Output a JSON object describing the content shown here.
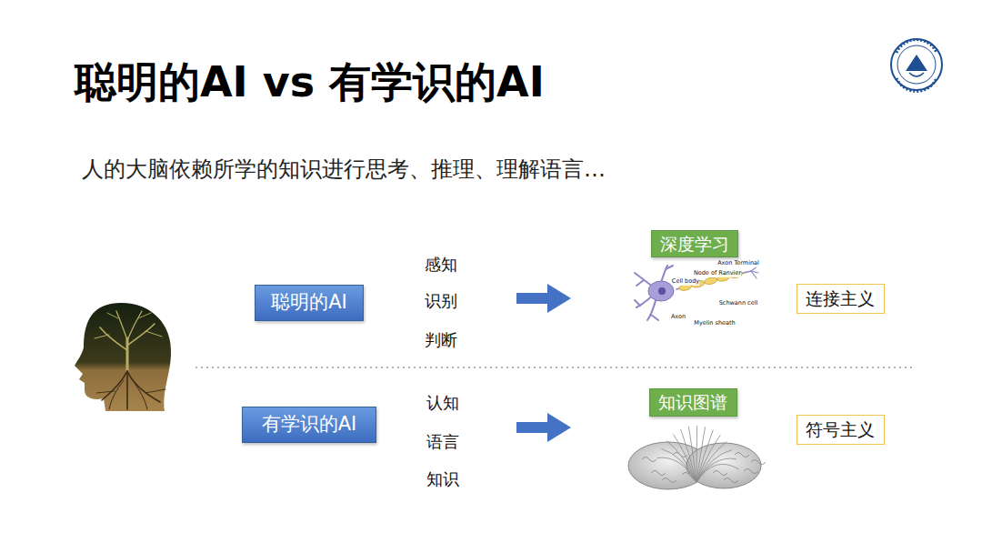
{
  "diagram": {
    "title": "聪明的AI vs 有学识的AI",
    "nodes": [
      {
        "text": [
          "聪明的AI"
        ]
      },
      {
        "text": [
          "深度学习"
        ]
      },
      {
        "text": [
          "连接主义"
        ]
      },
      {
        "text": [
          "有学识的AI"
        ]
      },
      {
        "text": [
          "知识图谱"
        ]
      },
      {
        "text": [
          "符号主义"
        ]
      }
    ],
    "labels": [
      "人的大脑依赖所学的知识进行思考、推理、理解语言…",
      "感知",
      "识别",
      "判断",
      "Axon Terminal",
      "Node of Ranvier",
      "Cell body",
      "Schwann cell",
      "Axon",
      "Myelin sheath",
      "认知",
      "语言",
      "知识"
    ]
  }
}
